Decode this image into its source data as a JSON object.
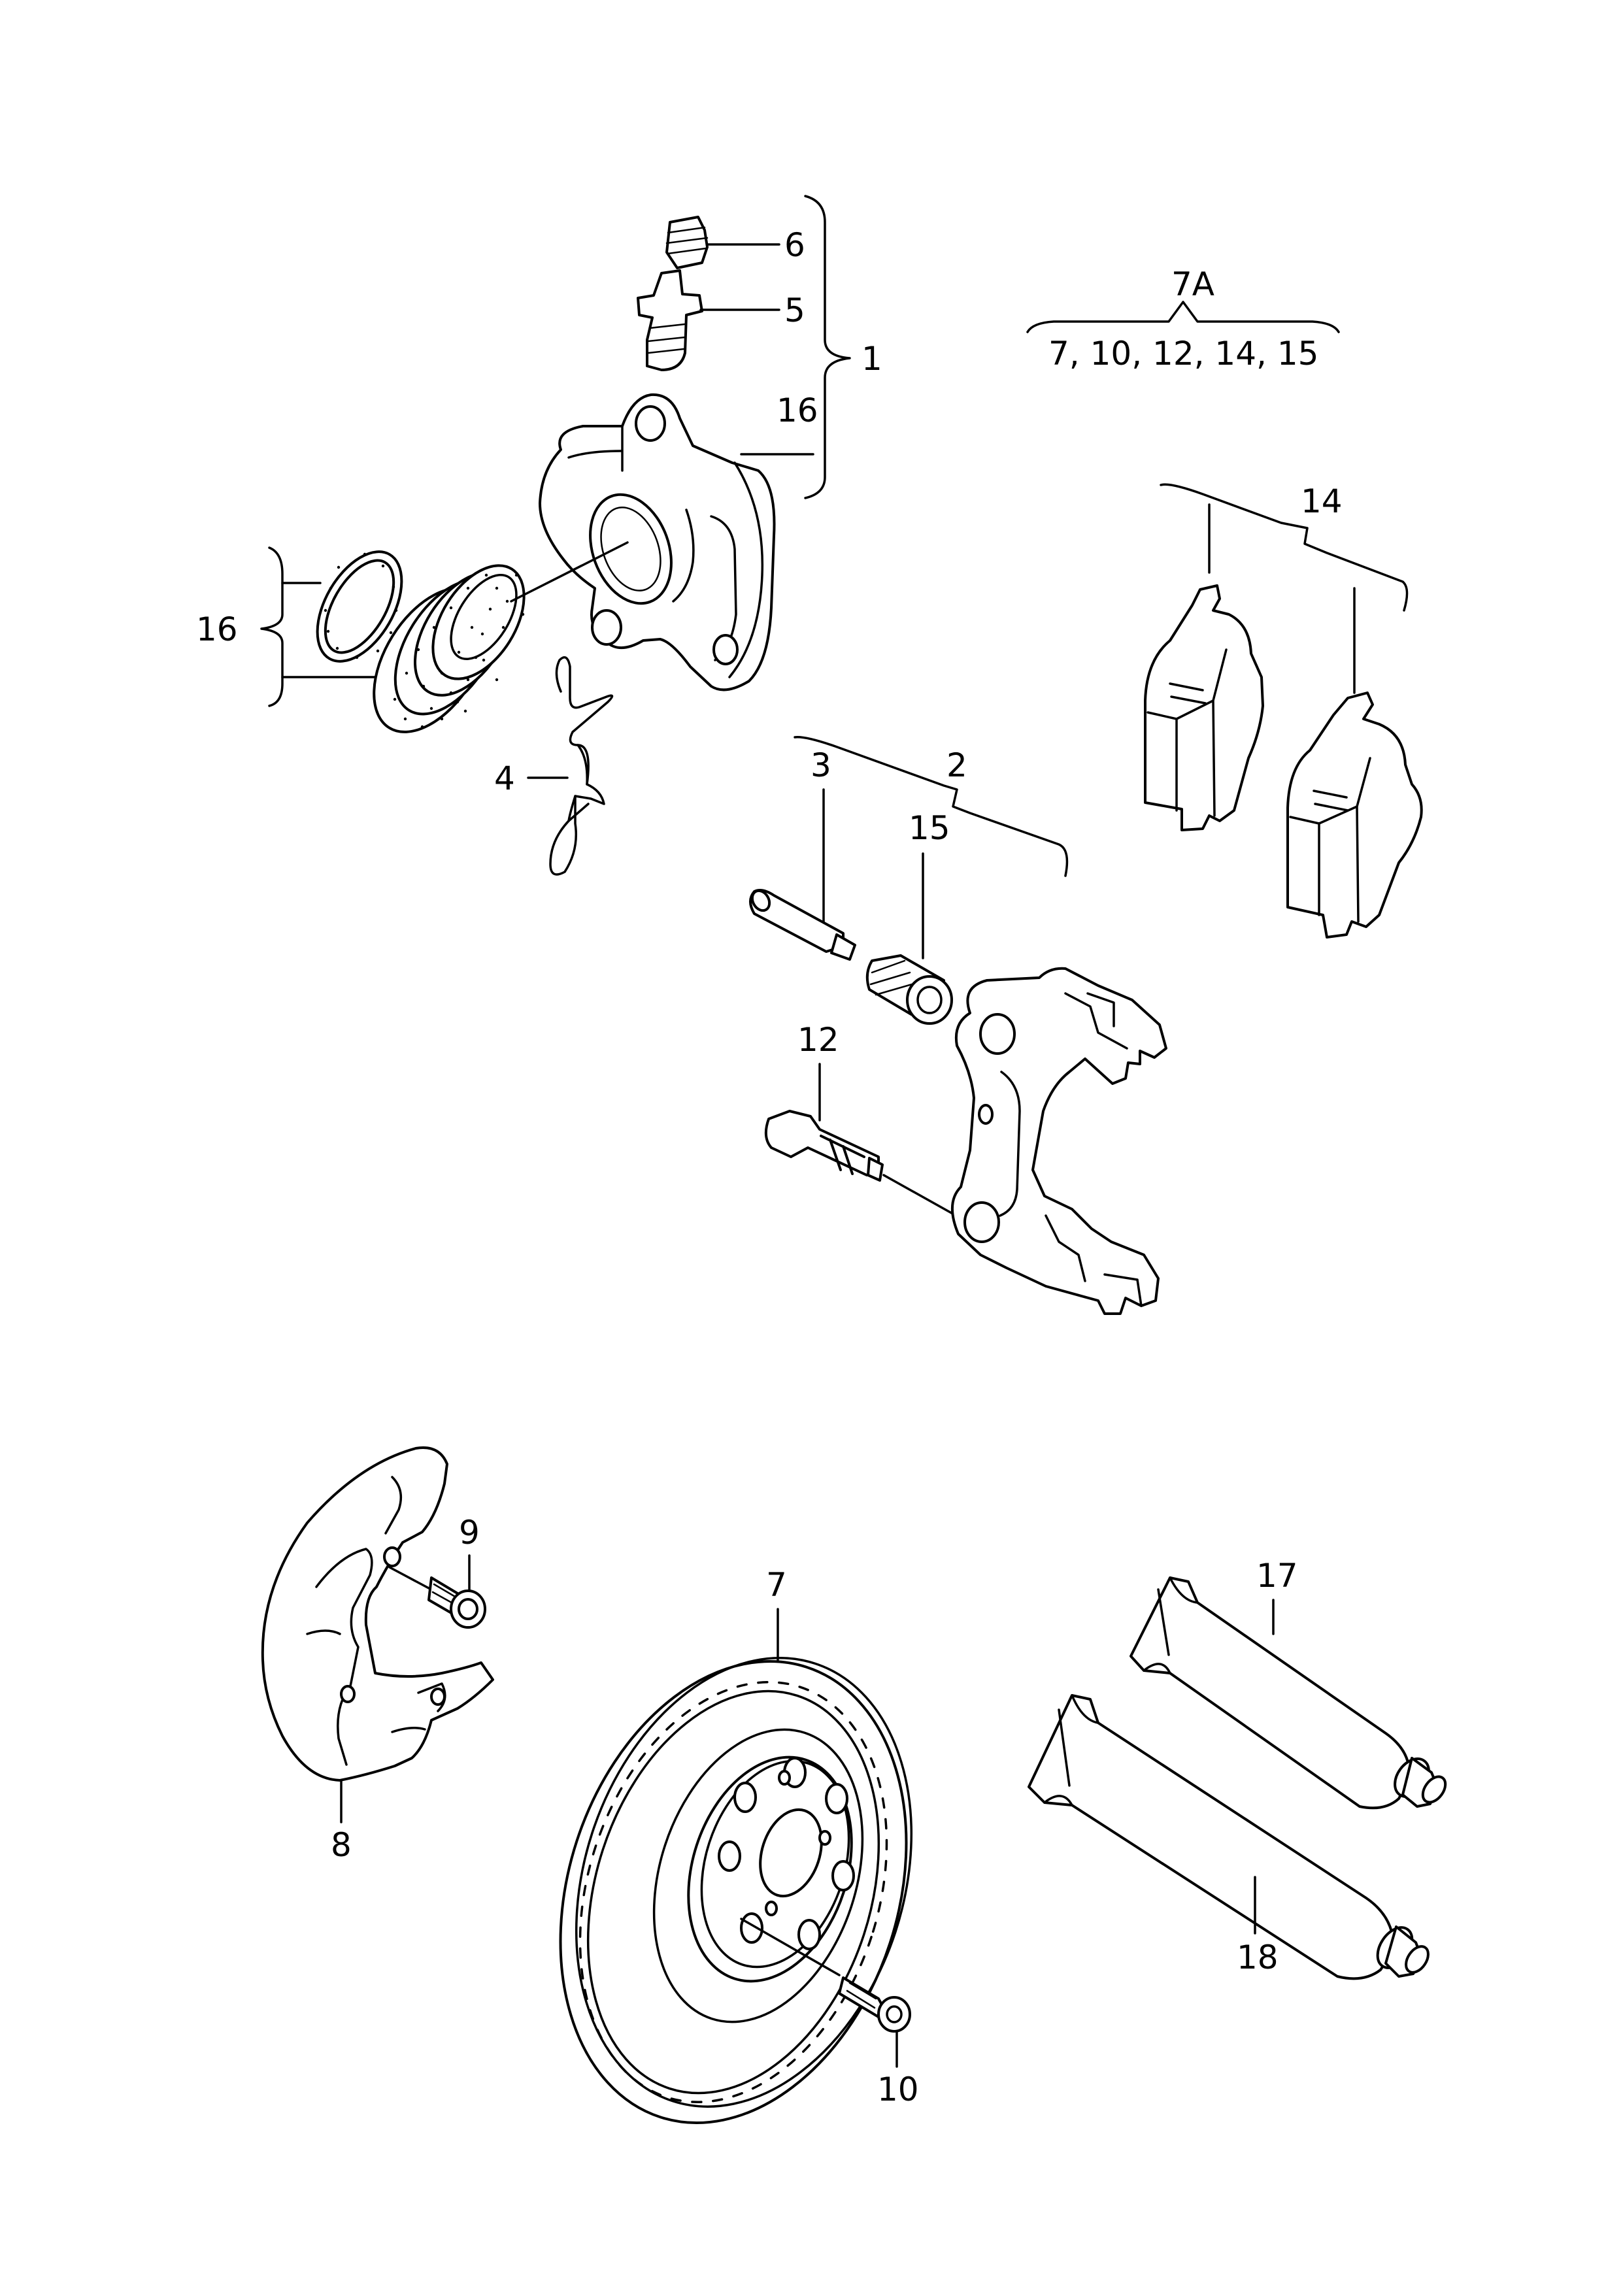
{
  "diagram": {
    "callouts": {
      "c1": "1",
      "c2": "2",
      "c3": "3",
      "c4": "4",
      "c5": "5",
      "c6": "6",
      "c7": "7",
      "c7a": "7A",
      "c8": "8",
      "c9": "9",
      "c10": "10",
      "c12": "12",
      "c14": "14",
      "c15": "15",
      "c16a": "16",
      "c16b": "16",
      "c17": "17",
      "c18": "18"
    },
    "kit_7a_contents": "7, 10, 12, 14, 15"
  }
}
